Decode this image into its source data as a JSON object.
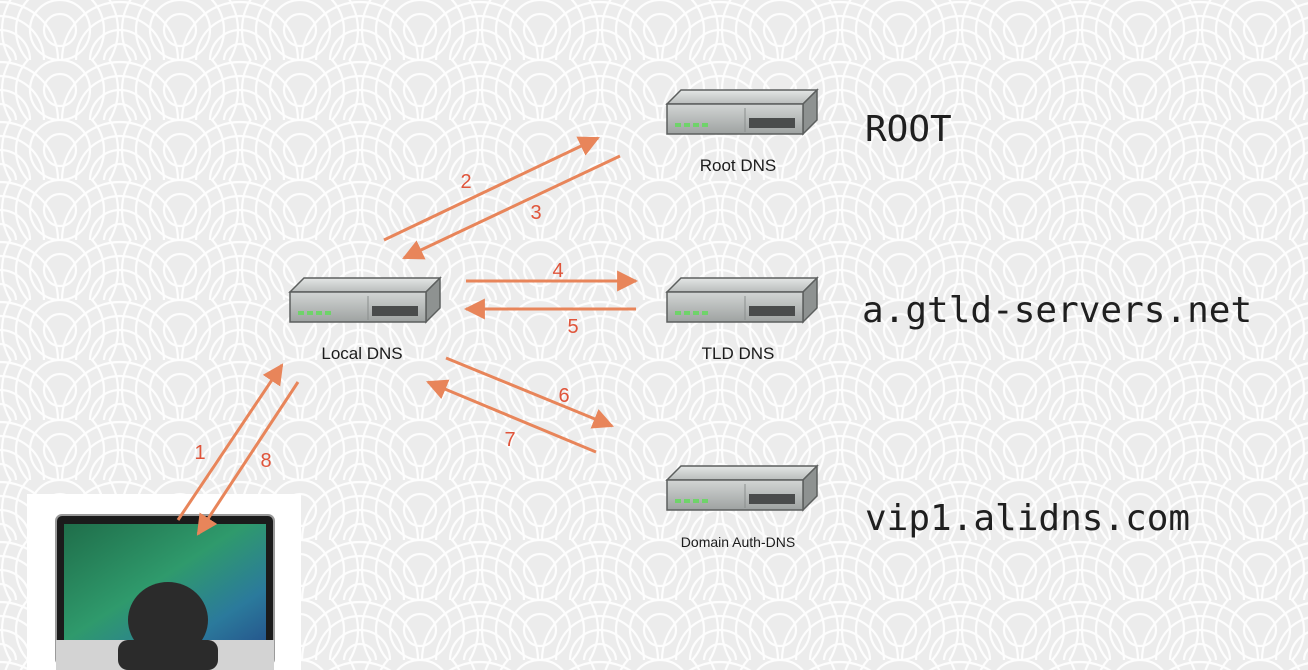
{
  "servers": {
    "root": {
      "label": "Root DNS"
    },
    "tld": {
      "label": "TLD DNS"
    },
    "local": {
      "label": "Local DNS"
    },
    "auth": {
      "label": "Domain Auth-DNS"
    }
  },
  "hostnames": {
    "root": "ROOT",
    "tld": "a.gtld-servers.net",
    "auth": "vip1.alidns.com"
  },
  "steps": [
    {
      "number": "1",
      "from": "client",
      "to": "local"
    },
    {
      "number": "2",
      "from": "local",
      "to": "root"
    },
    {
      "number": "3",
      "from": "root",
      "to": "local"
    },
    {
      "number": "4",
      "from": "local",
      "to": "tld"
    },
    {
      "number": "5",
      "from": "tld",
      "to": "local"
    },
    {
      "number": "6",
      "from": "local",
      "to": "auth"
    },
    {
      "number": "7",
      "from": "auth",
      "to": "local"
    },
    {
      "number": "8",
      "from": "local",
      "to": "client"
    }
  ],
  "colors": {
    "arrow": "#e8855a",
    "number": "#e0543a",
    "server_body": "#bfc3c2",
    "led": "#6fd36a"
  }
}
